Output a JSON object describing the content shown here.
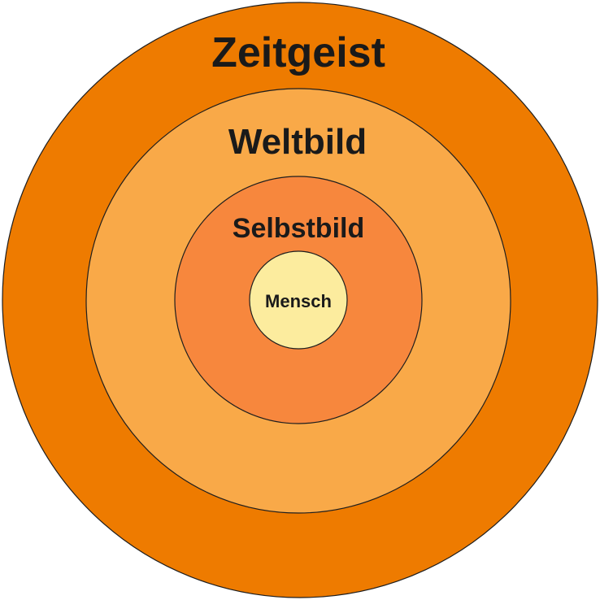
{
  "diagram": {
    "rings": [
      {
        "label": "Zeitgeist",
        "fill": "#ee7b00"
      },
      {
        "label": "Weltbild",
        "fill": "#f9a948"
      },
      {
        "label": "Selbstbild",
        "fill": "#f7873d"
      },
      {
        "label": "Mensch",
        "fill": "#fcec9e"
      }
    ],
    "outline_color": "#1e1e1e",
    "text_color": "#1a1a1a"
  }
}
